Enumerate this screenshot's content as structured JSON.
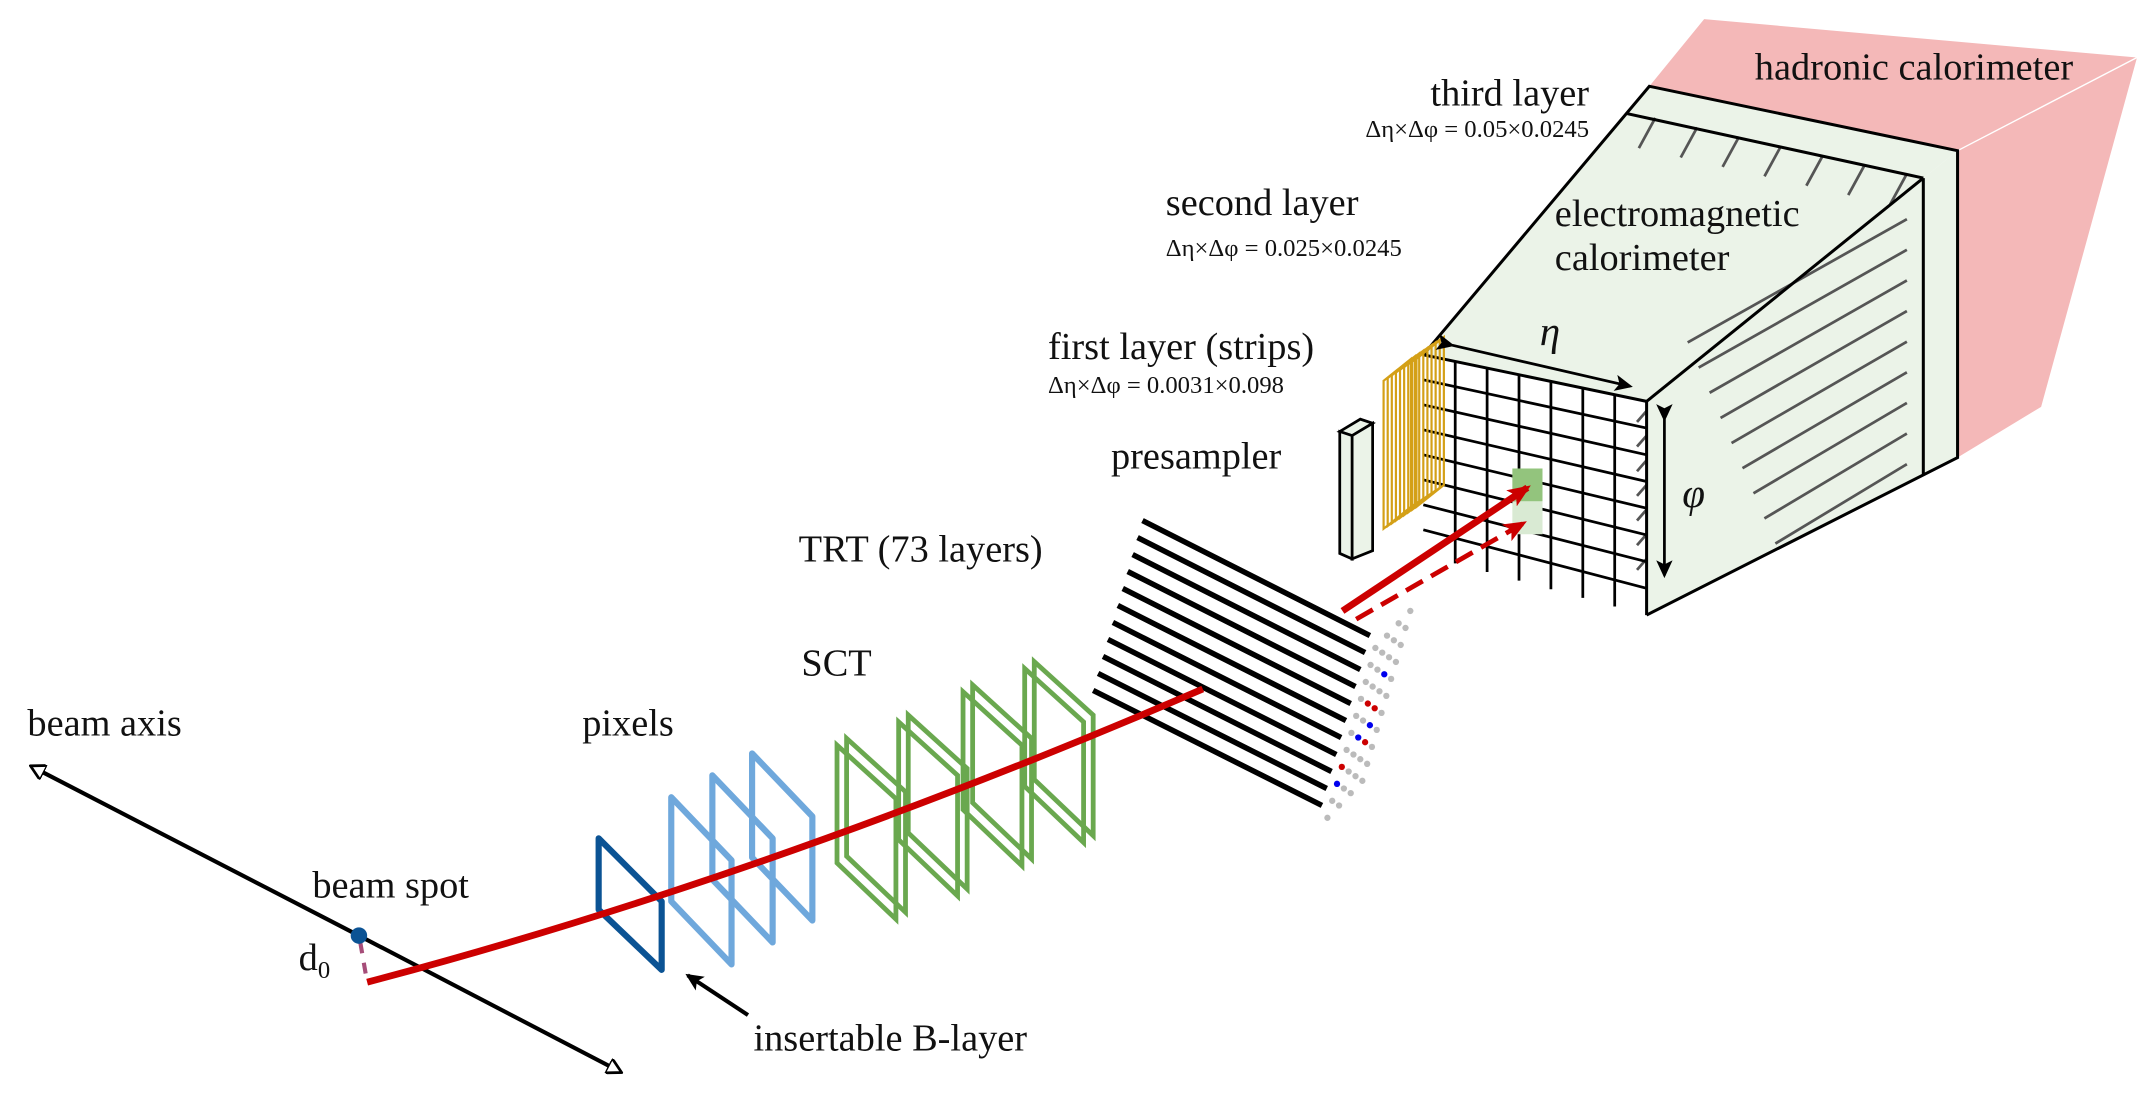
{
  "labels": {
    "beam_axis": "beam axis",
    "beam_spot": "beam spot",
    "d0": "d",
    "d0_sub": "0",
    "pixels": "pixels",
    "insertable_b_layer": "insertable B-layer",
    "sct": "SCT",
    "trt": "TRT (73 layers)",
    "presampler": "presampler",
    "first_layer": "first layer (strips)",
    "first_layer_granularity": "Δη×Δφ = 0.0031×0.098",
    "second_layer": "second layer",
    "second_layer_granularity": "Δη×Δφ = 0.025×0.0245",
    "third_layer": "third layer",
    "third_layer_granularity": "Δη×Δφ = 0.05×0.0245",
    "em_calorimeter_line1": "electromagnetic",
    "em_calorimeter_line2": "calorimeter",
    "hadronic_calorimeter": "hadronic calorimeter",
    "eta": "η",
    "phi": "φ"
  },
  "colors": {
    "track": "#cc0000",
    "pixel_b_layer": "#0b5394",
    "pixels": "#6fa8dc",
    "sct": "#6aa84f",
    "strips": "#d4a017",
    "em_calorimeter_fill": "#ebf3e8",
    "hadronic_fill": "#f4b8b8",
    "hit_cell": "#93c47d",
    "d0_line": "#a64d79",
    "trt_hit_red": "#cc0000",
    "trt_hit_blue": "#0000ee",
    "trt_dot": "#bbbbbb"
  }
}
